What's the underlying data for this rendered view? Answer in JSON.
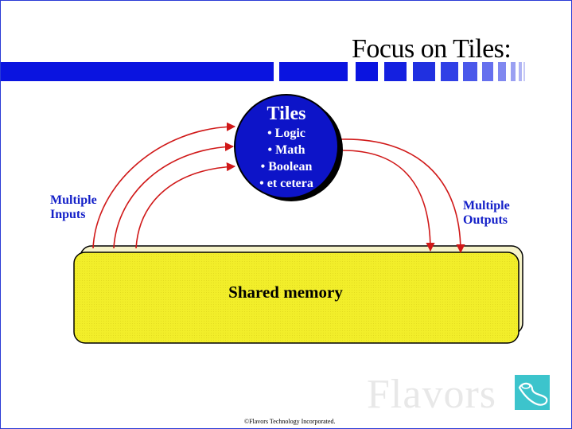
{
  "slide": {
    "title": "Focus on Tiles:",
    "circle": {
      "title": "Tiles",
      "items": [
        "• Logic",
        "• Math",
        "• Boolean",
        "• et cetera"
      ]
    },
    "inputs_label": [
      "Multiple",
      "Inputs"
    ],
    "outputs_label": [
      "Multiple",
      "Outputs"
    ],
    "memory_label": "Shared memory",
    "brand": "Flavors",
    "copyright": "©Flavors Technology Incorporated."
  },
  "colors": {
    "accent_blue": "#0a14e0",
    "label_blue": "#1420c8",
    "circle_fill": "#0d14c8",
    "arrow_red": "#d01818",
    "memory_yellow": "#f2ee2a",
    "logo_teal": "#3cc4cc"
  }
}
